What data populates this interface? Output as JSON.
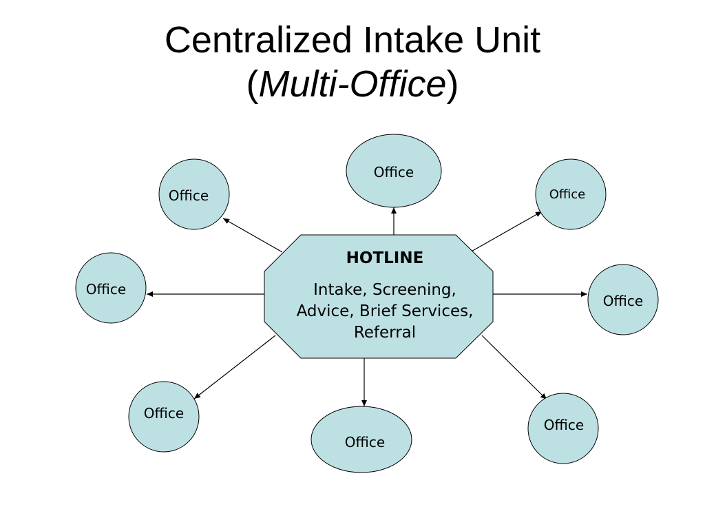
{
  "slide": {
    "title_line1": "Centralized Intake Unit",
    "title_open_paren": "(",
    "title_italic": "Multi-Office",
    "title_close_paren": ")"
  },
  "hub": {
    "title": "HOTLINE",
    "lines": [
      "Intake, Screening,",
      "Advice, Brief Services,",
      "Referral"
    ]
  },
  "offices": [
    {
      "id": "top",
      "label": "Office"
    },
    {
      "id": "upper-left",
      "label": "Office"
    },
    {
      "id": "upper-right",
      "label": "Office"
    },
    {
      "id": "left",
      "label": "Office"
    },
    {
      "id": "right",
      "label": "Office"
    },
    {
      "id": "lower-left",
      "label": "Office"
    },
    {
      "id": "bottom",
      "label": "Office"
    },
    {
      "id": "lower-right",
      "label": "Office"
    }
  ],
  "colors": {
    "node_fill": "#bde0e3",
    "stroke": "#000000",
    "background": "#ffffff"
  }
}
